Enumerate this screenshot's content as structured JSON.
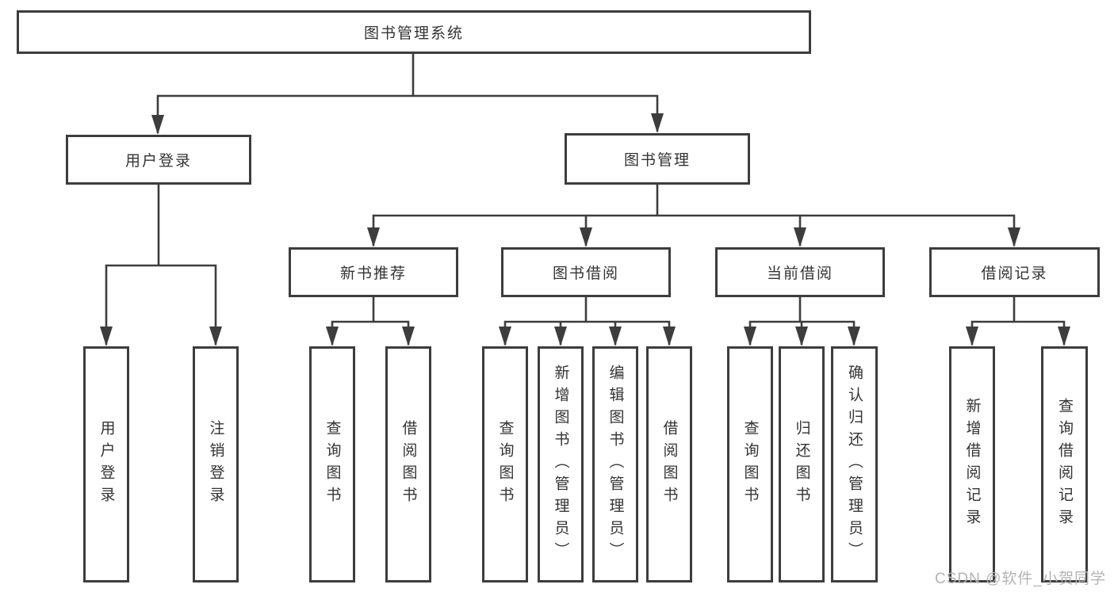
{
  "diagram": {
    "root": {
      "label": "图书管理系统"
    },
    "user_login": {
      "label": "用户登录",
      "children": [
        {
          "label": "用户登录"
        },
        {
          "label": "注销登录"
        }
      ]
    },
    "book_management": {
      "label": "图书管理",
      "children": [
        {
          "label": "新书推荐",
          "children": [
            {
              "label": "查询图书"
            },
            {
              "label": "借阅图书"
            }
          ]
        },
        {
          "label": "图书借阅",
          "children": [
            {
              "label": "查询图书"
            },
            {
              "label": "新增图书（管理员）"
            },
            {
              "label": "编辑图书（管理员）"
            },
            {
              "label": "借阅图书"
            }
          ]
        },
        {
          "label": "当前借阅",
          "children": [
            {
              "label": "查询图书"
            },
            {
              "label": "归还图书"
            },
            {
              "label": "确认归还（管理员）"
            }
          ]
        },
        {
          "label": "借阅记录",
          "children": [
            {
              "label": "新增借阅记录"
            },
            {
              "label": "查询借阅记录"
            }
          ]
        }
      ]
    }
  },
  "watermark": {
    "text": "CSDN @软件_小贺同学"
  },
  "colors": {
    "line": "#3d3d3d",
    "text": "#333333",
    "background": "#ffffff",
    "watermark": "#b3b3b3"
  }
}
